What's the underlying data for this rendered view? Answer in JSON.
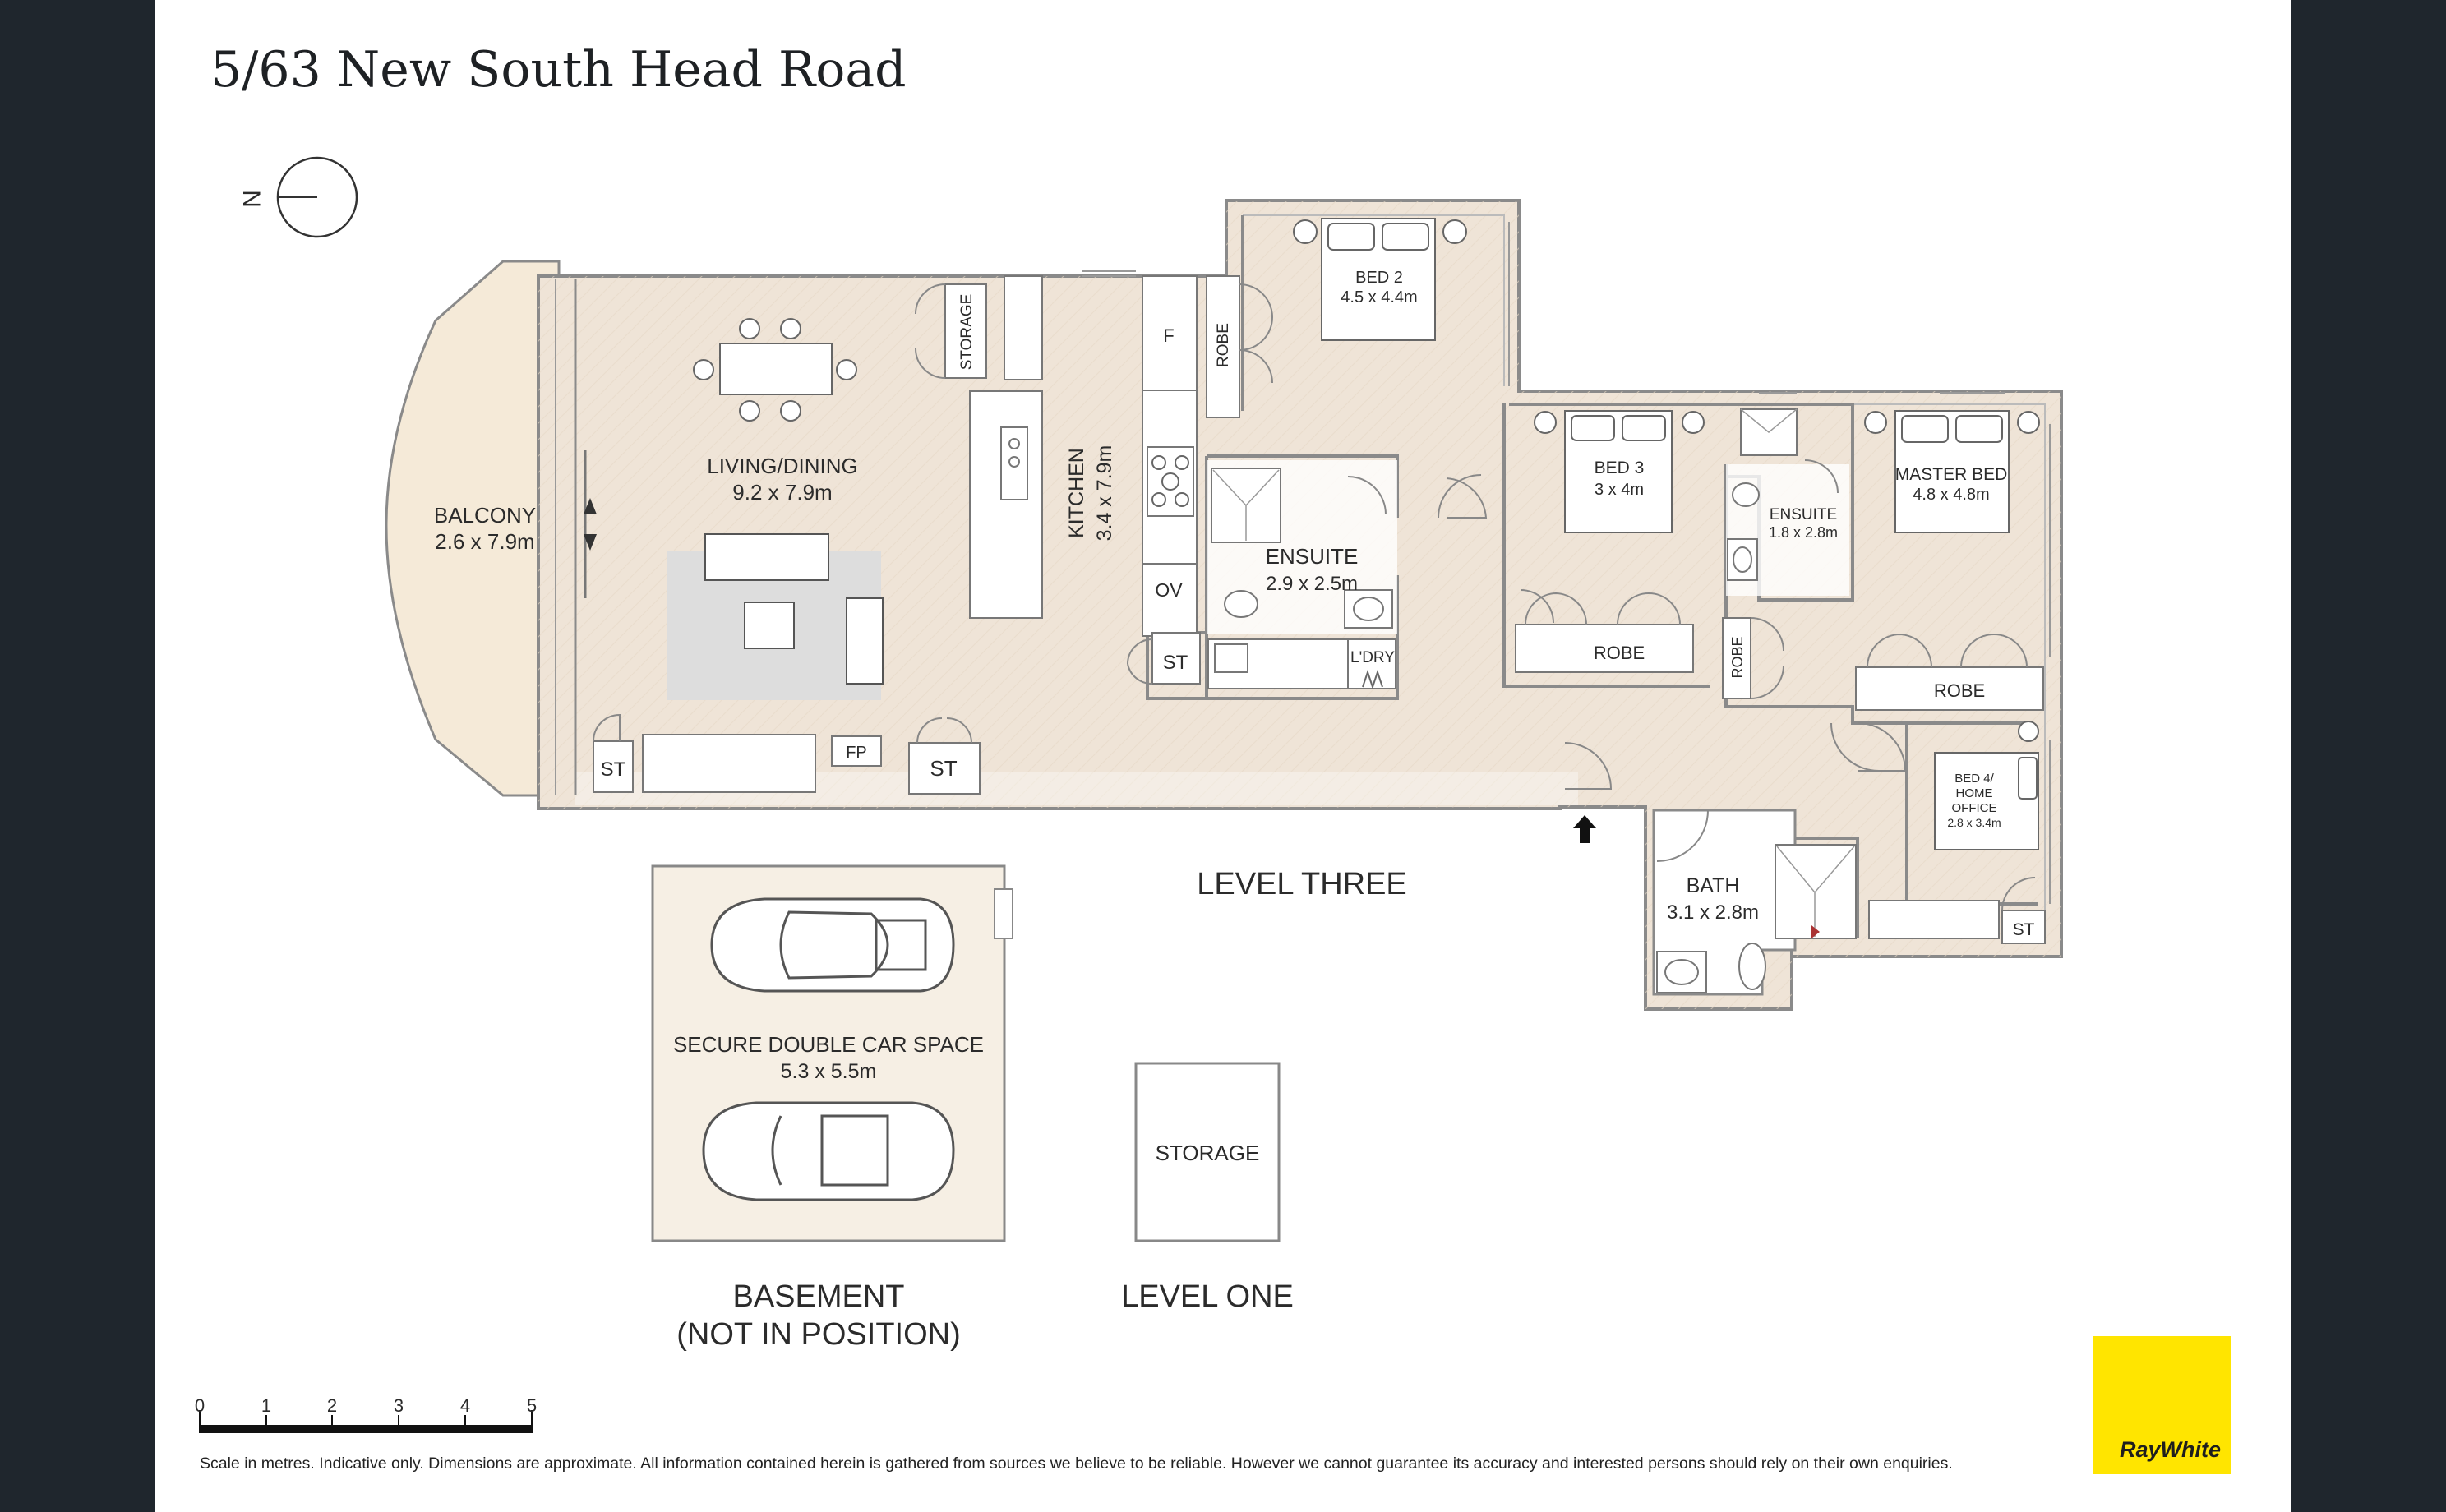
{
  "title": "5/63 New South Head Road",
  "north_label": "N",
  "levels": {
    "level_three": "LEVEL THREE",
    "level_one": "LEVEL ONE",
    "basement": "BASEMENT",
    "basement_note": "(NOT IN POSITION)"
  },
  "rooms": {
    "balcony": {
      "name": "BALCONY",
      "size": "2.6 x 7.9m"
    },
    "living": {
      "name": "LIVING/DINING",
      "size": "9.2 x 7.9m"
    },
    "kitchen": {
      "name": "KITCHEN",
      "size": "3.4 x 7.9m"
    },
    "bed2": {
      "name": "BED 2",
      "size": "4.5 x 4.4m"
    },
    "bed3": {
      "name": "BED 3",
      "size": "3 x 4m"
    },
    "ensuite1": {
      "name": "ENSUITE",
      "size": "2.9 x 2.5m"
    },
    "ensuite2": {
      "name": "ENSUITE",
      "size": "1.8 x 2.8m"
    },
    "master": {
      "name": "MASTER BED",
      "size": "4.8 x 4.8m"
    },
    "bed4": {
      "line1": "BED 4/",
      "line2": "HOME",
      "line3": "OFFICE",
      "size": "2.8 x 3.4m"
    },
    "bath": {
      "name": "BATH",
      "size": "3.1 x 2.8m"
    },
    "car": {
      "name": "SECURE DOUBLE CAR SPACE",
      "size": "5.3 x 5.5m"
    },
    "storage_l1": {
      "name": "STORAGE"
    }
  },
  "fixtures": {
    "storage": "STORAGE",
    "robe": "ROBE",
    "st": "ST",
    "fp": "FP",
    "f": "F",
    "ov": "OV",
    "ldry": "L'DRY"
  },
  "scale": {
    "ticks": [
      "0",
      "1",
      "2",
      "3",
      "4",
      "5"
    ]
  },
  "disclaimer": "Scale in metres. Indicative only. Dimensions are approximate. All information contained herein is gathered from sources we believe to be reliable. However we cannot guarantee its accuracy and interested persons should rely on their own enquiries.",
  "brand": {
    "name": "RayWhite",
    "color": "#ffe500"
  },
  "colors": {
    "floor": "#efe4d7",
    "balcony": "#f5ead8",
    "wall": "#8a8a8a",
    "background": "#1f262d",
    "rug": "#dddddd"
  }
}
